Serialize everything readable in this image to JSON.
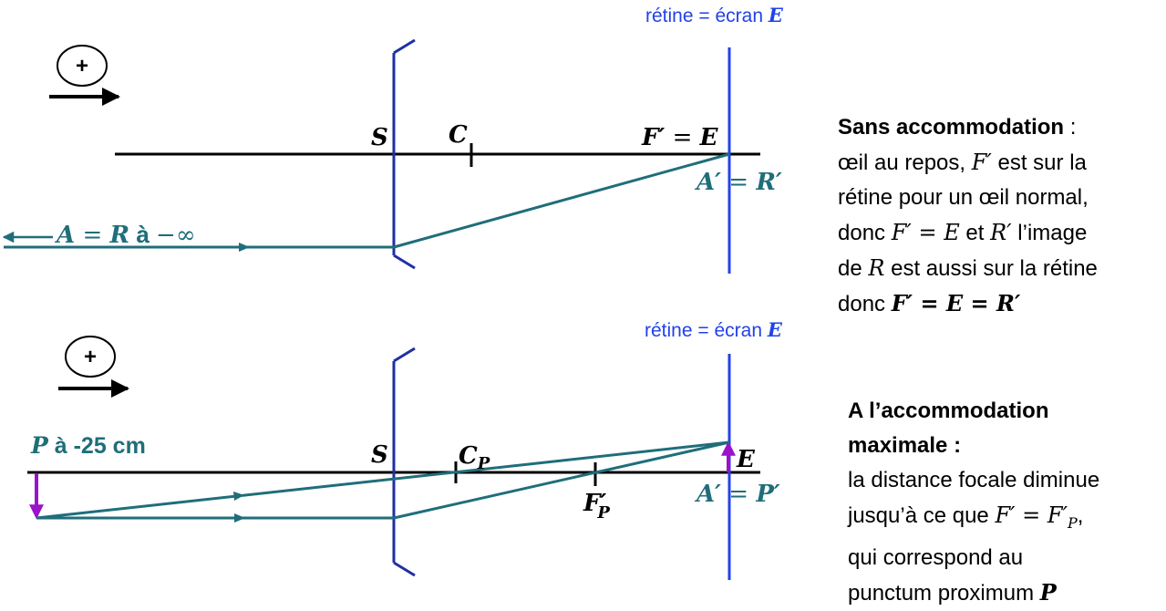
{
  "colors": {
    "axis": "#000000",
    "lens": "#1f2fa6",
    "retina": "#2142e8",
    "ray": "#1f6e7a",
    "object_arrow": "#9a12c9",
    "retina_label": "#2142e8"
  },
  "top": {
    "sign_circle": "+",
    "retina_label_text": "rétine = écran ",
    "retina_label_sym": "E",
    "label_S": "S",
    "label_C": "C",
    "label_F": "F′",
    "label_eq": " = ",
    "label_E": "E",
    "label_A_prime": "A′",
    "label_R_prime": "R′",
    "label_A": "A",
    "label_R": "R",
    "label_a": " à ",
    "label_inf": "−∞"
  },
  "bottom": {
    "sign_circle": "+",
    "retina_label_text": "rétine = écran ",
    "retina_label_sym": "E",
    "label_P": "P",
    "label_P_suffix": " à -25 cm",
    "label_S": "S",
    "label_C": "C",
    "label_C_sub": "P",
    "label_F": "F′",
    "label_F_sub": "P",
    "label_E": "E",
    "label_A_prime": "A′",
    "label_eq": " = ",
    "label_P_prime": "P′"
  },
  "panel1": {
    "title": "Sans accommodation",
    "colon": " :",
    "l1a": "œil au repos, ",
    "l1b": "F′",
    "l1c": " est sur la",
    "l2": "rétine pour un œil normal,",
    "l3a": "donc ",
    "l3b": "F′ = E",
    "l3c": " et ",
    "l3d": "R′",
    "l3e": " l’image",
    "l4a": "de ",
    "l4b": "R",
    "l4c": " est aussi sur la rétine",
    "l5a": "donc ",
    "l5b": "F′ = E = R′"
  },
  "panel2": {
    "title1": "A l’accommodation",
    "title2": "maximale :",
    "l1": "la distance focale diminue",
    "l2a": "jusqu’à ce que ",
    "l2b": "F′ = F′",
    "l2sub": "P",
    "l2c": ",",
    "l3": "qui correspond au",
    "l4a": "punctum proximum ",
    "l4b": "P"
  }
}
